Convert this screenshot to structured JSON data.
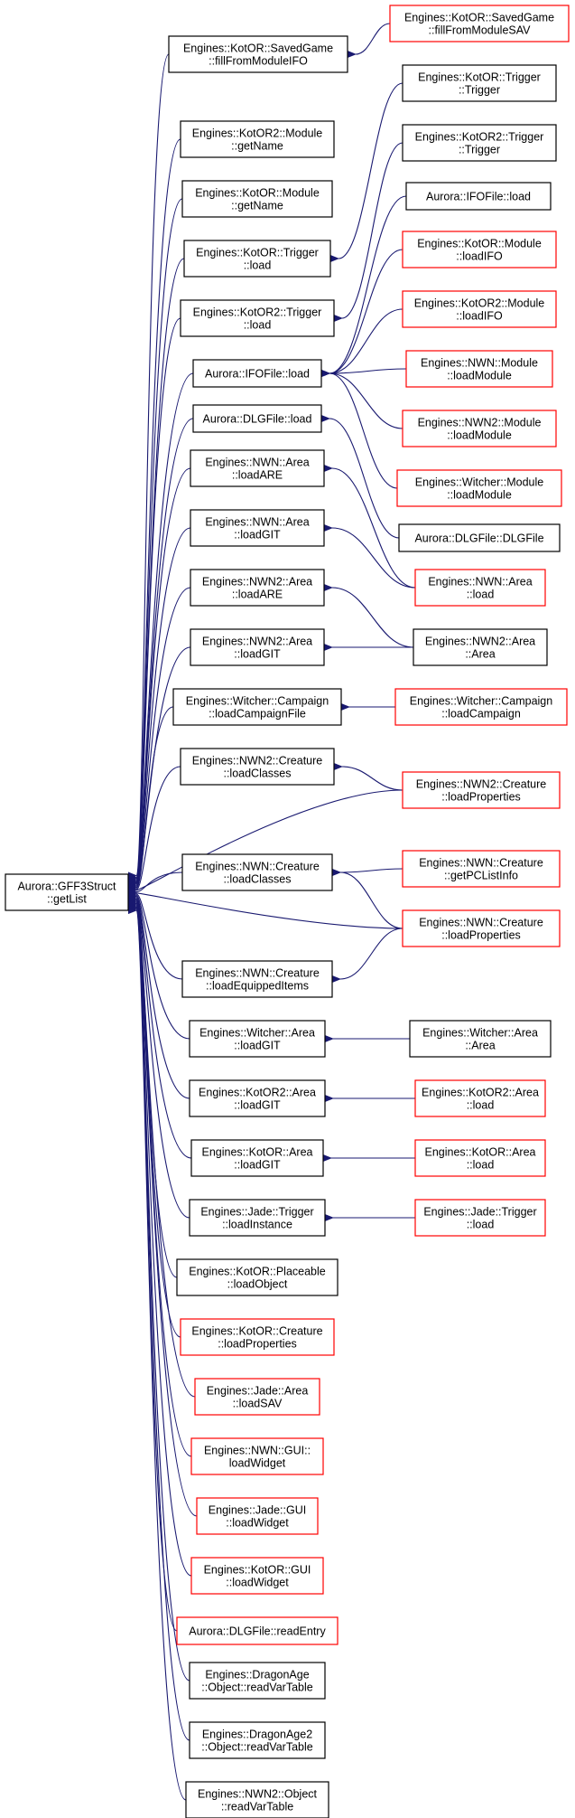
{
  "colors": {
    "edge": "#191970",
    "normal_border": "#000000",
    "red_border": "#ff0000",
    "focus_fill": "#bfbfbf"
  },
  "nodes": [
    {
      "id": "root",
      "lines": [
        "Aurora::GFF3Struct",
        "::getList"
      ],
      "style": "focus"
    },
    {
      "id": "ko_savedgame_ifo",
      "lines": [
        "Engines::KotOR::SavedGame",
        "::fillFromModuleIFO"
      ],
      "style": "normal"
    },
    {
      "id": "ko_savedgame_sav",
      "lines": [
        "Engines::KotOR::SavedGame",
        "::fillFromModuleSAV"
      ],
      "style": "red"
    },
    {
      "id": "ko2_module_getname",
      "lines": [
        "Engines::KotOR2::Module",
        "::getName"
      ],
      "style": "normal"
    },
    {
      "id": "ko_module_getname",
      "lines": [
        "Engines::KotOR::Module",
        "::getName"
      ],
      "style": "normal"
    },
    {
      "id": "ko_trigger_load",
      "lines": [
        "Engines::KotOR::Trigger",
        "::load"
      ],
      "style": "normal"
    },
    {
      "id": "ko2_trigger_load",
      "lines": [
        "Engines::KotOR2::Trigger",
        "::load"
      ],
      "style": "normal"
    },
    {
      "id": "ko_trigger_trigger",
      "lines": [
        "Engines::KotOR::Trigger",
        "::Trigger"
      ],
      "style": "normal"
    },
    {
      "id": "ko2_trigger_trigger",
      "lines": [
        "Engines::KotOR2::Trigger",
        "::Trigger"
      ],
      "style": "normal"
    },
    {
      "id": "ifo_load",
      "lines": [
        "Aurora::IFOFile::load"
      ],
      "style": "normal"
    },
    {
      "id": "ifo_load_r",
      "lines": [
        "Aurora::IFOFile::load"
      ],
      "style": "normal"
    },
    {
      "id": "ko_module_loadifo",
      "lines": [
        "Engines::KotOR::Module",
        "::loadIFO"
      ],
      "style": "red"
    },
    {
      "id": "ko2_module_loadifo",
      "lines": [
        "Engines::KotOR2::Module",
        "::loadIFO"
      ],
      "style": "red"
    },
    {
      "id": "nwn_module_loadmodule",
      "lines": [
        "Engines::NWN::Module",
        "::loadModule"
      ],
      "style": "red"
    },
    {
      "id": "nwn2_module_loadmodule",
      "lines": [
        "Engines::NWN2::Module",
        "::loadModule"
      ],
      "style": "red"
    },
    {
      "id": "witcher_module_loadmodule",
      "lines": [
        "Engines::Witcher::Module",
        "::loadModule"
      ],
      "style": "red"
    },
    {
      "id": "dlg_load",
      "lines": [
        "Aurora::DLGFile::load"
      ],
      "style": "normal"
    },
    {
      "id": "dlg_dlgfile",
      "lines": [
        "Aurora::DLGFile::DLGFile"
      ],
      "style": "normal"
    },
    {
      "id": "nwn_area_loadare",
      "lines": [
        "Engines::NWN::Area",
        "::loadARE"
      ],
      "style": "normal"
    },
    {
      "id": "nwn_area_loadgit",
      "lines": [
        "Engines::NWN::Area",
        "::loadGIT"
      ],
      "style": "normal"
    },
    {
      "id": "nwn_area_load",
      "lines": [
        "Engines::NWN::Area",
        "::load"
      ],
      "style": "red"
    },
    {
      "id": "nwn2_area_loadare",
      "lines": [
        "Engines::NWN2::Area",
        "::loadARE"
      ],
      "style": "normal"
    },
    {
      "id": "nwn2_area_loadgit",
      "lines": [
        "Engines::NWN2::Area",
        "::loadGIT"
      ],
      "style": "normal"
    },
    {
      "id": "nwn2_area_area",
      "lines": [
        "Engines::NWN2::Area",
        "::Area"
      ],
      "style": "normal"
    },
    {
      "id": "witcher_campaign_loadfile",
      "lines": [
        "Engines::Witcher::Campaign",
        "::loadCampaignFile"
      ],
      "style": "normal"
    },
    {
      "id": "witcher_campaign_load",
      "lines": [
        "Engines::Witcher::Campaign",
        "::loadCampaign"
      ],
      "style": "red"
    },
    {
      "id": "nwn2_creature_loadclasses",
      "lines": [
        "Engines::NWN2::Creature",
        "::loadClasses"
      ],
      "style": "normal"
    },
    {
      "id": "nwn2_creature_loadprops",
      "lines": [
        "Engines::NWN2::Creature",
        "::loadProperties"
      ],
      "style": "red"
    },
    {
      "id": "nwn_creature_loadclasses",
      "lines": [
        "Engines::NWN::Creature",
        "::loadClasses"
      ],
      "style": "normal"
    },
    {
      "id": "nwn_creature_getpclist",
      "lines": [
        "Engines::NWN::Creature",
        "::getPCListInfo"
      ],
      "style": "red"
    },
    {
      "id": "nwn_creature_loadprops",
      "lines": [
        "Engines::NWN::Creature",
        "::loadProperties"
      ],
      "style": "red"
    },
    {
      "id": "nwn_creature_loadequipped",
      "lines": [
        "Engines::NWN::Creature",
        "::loadEquippedItems"
      ],
      "style": "normal"
    },
    {
      "id": "witcher_area_loadgit",
      "lines": [
        "Engines::Witcher::Area",
        "::loadGIT"
      ],
      "style": "normal"
    },
    {
      "id": "witcher_area_area",
      "lines": [
        "Engines::Witcher::Area",
        "::Area"
      ],
      "style": "normal"
    },
    {
      "id": "ko2_area_loadgit",
      "lines": [
        "Engines::KotOR2::Area",
        "::loadGIT"
      ],
      "style": "normal"
    },
    {
      "id": "ko2_area_load",
      "lines": [
        "Engines::KotOR2::Area",
        "::load"
      ],
      "style": "red"
    },
    {
      "id": "ko_area_loadgit",
      "lines": [
        "Engines::KotOR::Area",
        "::loadGIT"
      ],
      "style": "normal"
    },
    {
      "id": "ko_area_load",
      "lines": [
        "Engines::KotOR::Area",
        "::load"
      ],
      "style": "red"
    },
    {
      "id": "jade_trigger_loadinstance",
      "lines": [
        "Engines::Jade::Trigger",
        "::loadInstance"
      ],
      "style": "normal"
    },
    {
      "id": "jade_trigger_load",
      "lines": [
        "Engines::Jade::Trigger",
        "::load"
      ],
      "style": "red"
    },
    {
      "id": "ko_placeable_loadobject",
      "lines": [
        "Engines::KotOR::Placeable",
        "::loadObject"
      ],
      "style": "normal"
    },
    {
      "id": "ko_creature_loadprops",
      "lines": [
        "Engines::KotOR::Creature",
        "::loadProperties"
      ],
      "style": "red"
    },
    {
      "id": "jade_area_loadsav",
      "lines": [
        "Engines::Jade::Area",
        "::loadSAV"
      ],
      "style": "red"
    },
    {
      "id": "nwn_gui_loadwidget",
      "lines": [
        "Engines::NWN::GUI::",
        "loadWidget"
      ],
      "style": "red"
    },
    {
      "id": "jade_gui_loadwidget",
      "lines": [
        "Engines::Jade::GUI",
        "::loadWidget"
      ],
      "style": "red"
    },
    {
      "id": "ko_gui_loadwidget",
      "lines": [
        "Engines::KotOR::GUI",
        "::loadWidget"
      ],
      "style": "red"
    },
    {
      "id": "dlg_readentry",
      "lines": [
        "Aurora::DLGFile::readEntry"
      ],
      "style": "red"
    },
    {
      "id": "da_object_readvartable",
      "lines": [
        "Engines::DragonAge",
        "::Object::readVarTable"
      ],
      "style": "normal"
    },
    {
      "id": "da2_object_readvartable",
      "lines": [
        "Engines::DragonAge2",
        "::Object::readVarTable"
      ],
      "style": "normal"
    },
    {
      "id": "nwn2_object_readvartable",
      "lines": [
        "Engines::NWN2::Object",
        "::readVarTable"
      ],
      "style": "normal"
    }
  ]
}
